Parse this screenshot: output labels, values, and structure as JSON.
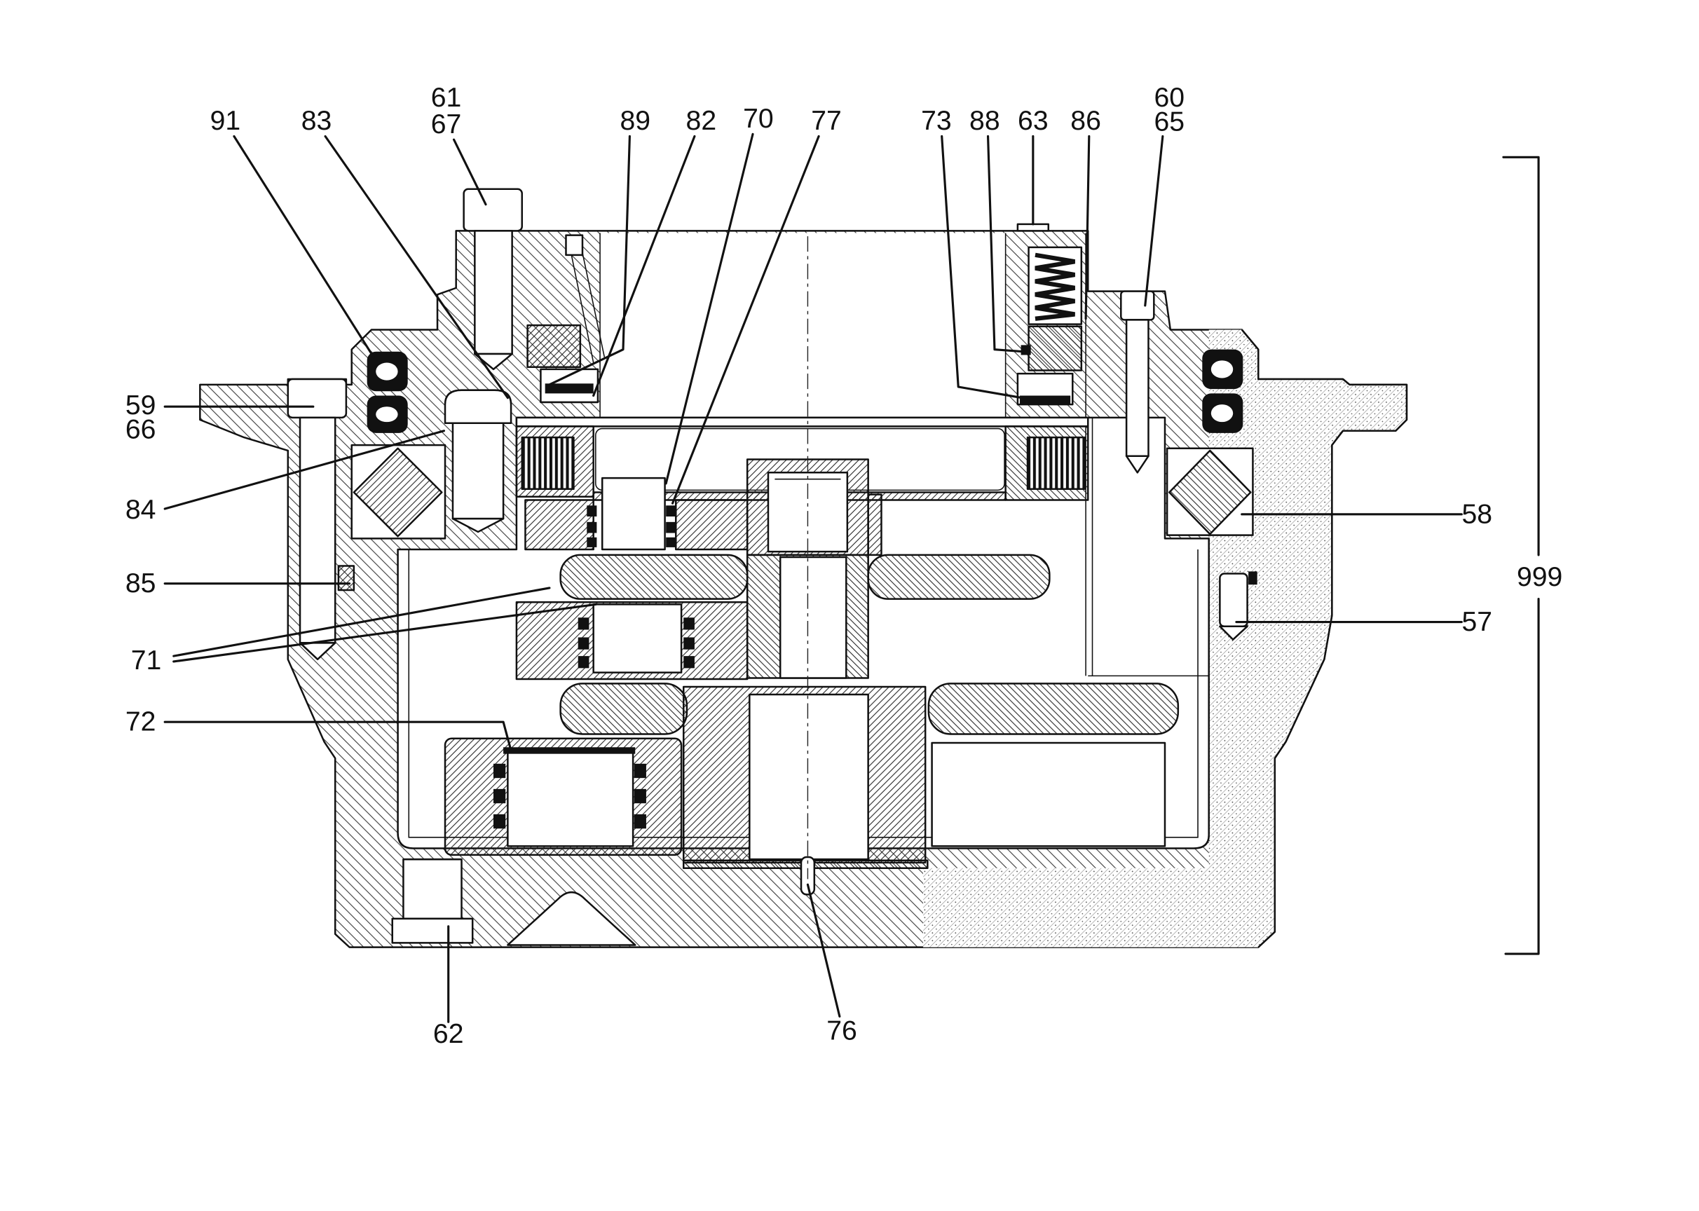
{
  "drawing": {
    "callouts": {
      "n91": "91",
      "n83": "83",
      "n61": "61",
      "n67": "67",
      "n89": "89",
      "n82": "82",
      "n70": "70",
      "n77": "77",
      "n73": "73",
      "n88": "88",
      "n63": "63",
      "n86": "86",
      "n60": "60",
      "n65": "65",
      "n59": "59",
      "n66": "66",
      "n84": "84",
      "n85": "85",
      "n71": "71",
      "n72": "72",
      "n62": "62",
      "n76": "76",
      "n58": "58",
      "n57": "57",
      "n999": "999"
    },
    "colors": {
      "line": "#111111",
      "background": "#ffffff"
    }
  }
}
